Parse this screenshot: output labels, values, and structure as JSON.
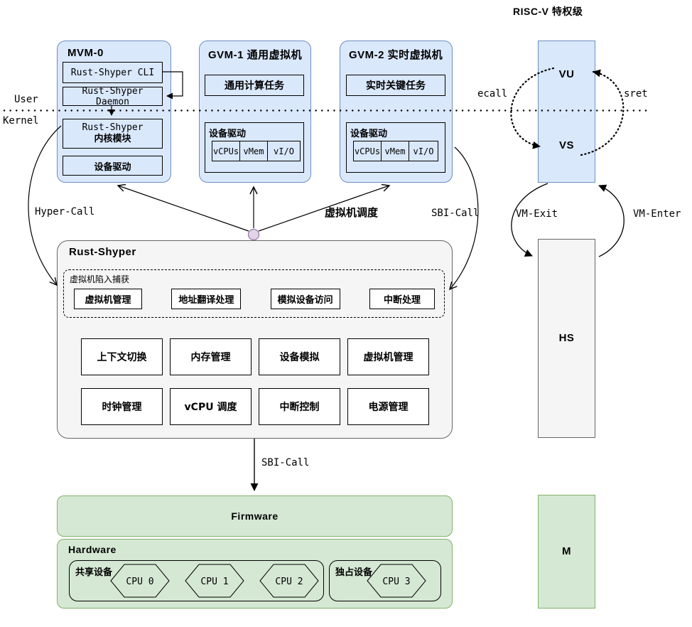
{
  "page_title": "RISC-V 特权级",
  "divider": {
    "user": "User",
    "kernel": "Kernel"
  },
  "mvm0": {
    "title": "MVM-0",
    "cli": "Rust-Shyper CLI",
    "daemon": "Rust-Shyper Daemon",
    "kernel_line1": "Rust-Shyper",
    "kernel_line2": "内核模块",
    "driver": "设备驱动"
  },
  "gvm1": {
    "title": "GVM-1 通用虚拟机",
    "task": "通用计算任务",
    "driver": "设备驱动",
    "cells": [
      "vCPUs",
      "vMem",
      "vI/O"
    ]
  },
  "gvm2": {
    "title": "GVM-2 实时虚拟机",
    "task": "实时关键任务",
    "driver": "设备驱动",
    "cells": [
      "vCPUs",
      "vMem",
      "vI/O"
    ]
  },
  "labels": {
    "hyper_call": "Hyper-Call",
    "vm_sched": "虚拟机调度",
    "sbi_call_right": "SBI-Call",
    "sbi_call_down": "SBI-Call",
    "ecall": "ecall",
    "sret": "sret",
    "vm_exit": "VM-Exit",
    "vm_enter": "VM-Enter"
  },
  "hypervisor": {
    "title": "Rust-Shyper",
    "trap_box_title": "虚拟机陷入捕获",
    "trap_items": [
      "虚拟机管理",
      "地址翻译处理",
      "模拟设备访问",
      "中断处理"
    ],
    "modules": [
      "上下文切换",
      "内存管理",
      "设备模拟",
      "虚拟机管理",
      "时钟管理",
      "vCPU 调度",
      "中断控制",
      "电源管理"
    ]
  },
  "privilege": {
    "vu": "VU",
    "vs": "VS",
    "hs": "HS",
    "m": "M"
  },
  "firmware": {
    "title": "Firmware"
  },
  "hardware": {
    "title": "Hardware",
    "shared": {
      "title": "共享设备",
      "cpus": [
        "CPU 0",
        "CPU 1",
        "CPU 2"
      ]
    },
    "exclusive": {
      "title": "独占设备",
      "cpus": [
        "CPU 3"
      ]
    }
  },
  "colors": {
    "vm_fill": "#dae8fc",
    "vm_border": "#6c8ebf",
    "hyp_fill": "#f5f5f5",
    "hyp_border": "#666666",
    "green_fill": "#d5e8d4",
    "green_border": "#82b366",
    "node_fill": "#e1d5e7",
    "node_border": "#9673a6",
    "line": "#000000"
  }
}
